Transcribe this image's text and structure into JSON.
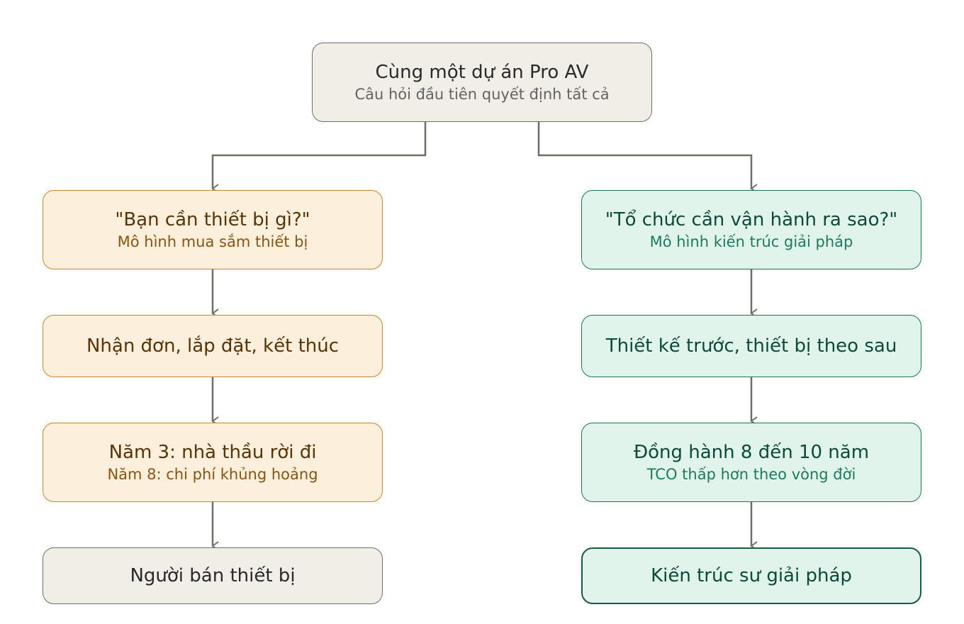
{
  "root": {
    "title": "Cùng một dự án Pro AV",
    "subtitle": "Câu hỏi đầu tiên quyết định tất cả"
  },
  "left_branch": {
    "question": {
      "title": "\"Bạn cần thiết bị gì?\"",
      "subtitle": "Mô hình mua sắm thiết bị"
    },
    "step2": {
      "title": "Nhận đơn, lắp đặt, kết thúc"
    },
    "step3": {
      "title": "Năm 3: nhà thầu rời đi",
      "subtitle": "Năm 8: chi phí khủng hoảng"
    },
    "result": {
      "title": "Người bán thiết bị"
    }
  },
  "right_branch": {
    "question": {
      "title": "\"Tổ chức cần vận hành ra sao?\"",
      "subtitle": "Mô hình kiến trúc giải pháp"
    },
    "step2": {
      "title": "Thiết kế trước, thiết bị theo sau"
    },
    "step3": {
      "title": "Đồng hành 8 đến 10 năm",
      "subtitle": "TCO thấp hơn theo vòng đời"
    },
    "result": {
      "title": "Kiến trúc sư giải pháp"
    }
  },
  "colors": {
    "connector": "#6f6f6a",
    "neutral_fill": "#f1eee8",
    "orange_fill": "#fcefdb",
    "orange_border": "#c9892a",
    "green_fill": "#e0f4ec",
    "green_border": "#1e7556"
  }
}
